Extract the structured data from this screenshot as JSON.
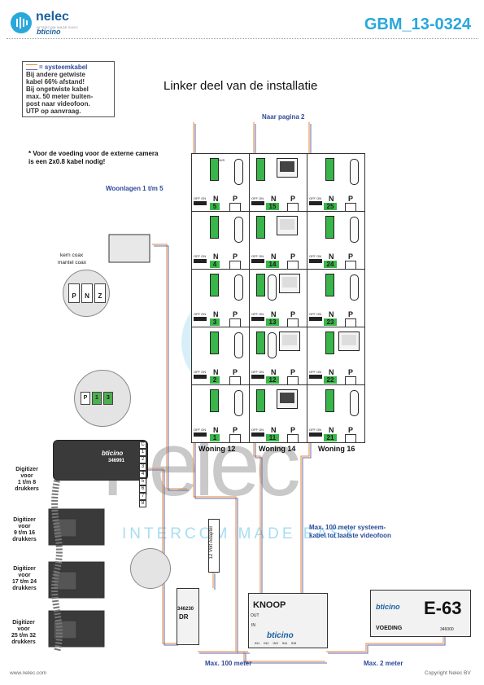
{
  "header": {
    "brand": "nelec",
    "tagline": "INTERCOM MADE EASY",
    "partner": "bticino",
    "doc_code": "GBM_13-0324"
  },
  "legend": {
    "cable_label": "= systeemkabel",
    "lines": [
      "Bij andere getwiste",
      "kabel 66% afstand!",
      "Bij ongetwiste kabel",
      "max. 50 meter buiten-",
      "post naar videofoon.",
      "UTP op aanvraag."
    ]
  },
  "title": "Linker deel van de installatie",
  "to_page": "Naar pagina 2",
  "camera_note": [
    "* Voor de voeding voor de externe camera",
    "is een 2x0.8 kabel nodig!"
  ],
  "floors_label": "Woonlagen 1 t/m 5",
  "coax": {
    "core": "kern coax",
    "shield": "mantel coax"
  },
  "terminal_labels": [
    "P",
    "N",
    "Z"
  ],
  "digitizer_terminals": [
    "P",
    "1",
    "3"
  ],
  "digitizer_main": {
    "brand": "bticino",
    "code": "346991",
    "terminals": [
      "C",
      "1",
      "2",
      "3",
      "4",
      "5",
      "6",
      "7",
      "8"
    ]
  },
  "digitizers": [
    {
      "lines": [
        "Digitizer",
        "voor",
        "1 t/m 8",
        "drukkers"
      ]
    },
    {
      "lines": [
        "Digitizer",
        "voor",
        "9 t/m 16",
        "drukkers"
      ]
    },
    {
      "lines": [
        "Digitizer",
        "voor",
        "17 t/m 24",
        "drukkers"
      ]
    },
    {
      "lines": [
        "Digitizer",
        "voor",
        "25 t/m 32",
        "drukkers"
      ]
    }
  ],
  "units": {
    "off_on": "OFF ON",
    "np": [
      "N",
      "P"
    ],
    "terminals": [
      "BUS",
      "1",
      "2"
    ],
    "columns": [
      {
        "label": "Woning 12",
        "type": "audio",
        "numbers": [
          "5",
          "4",
          "3",
          "2",
          "1"
        ]
      },
      {
        "label": "Woning 14",
        "type": "video",
        "numbers": [
          "15",
          "14",
          "13",
          "12",
          "11"
        ]
      },
      {
        "label": "Woning 16",
        "type": "audio",
        "numbers": [
          "25",
          "24",
          "23",
          "22",
          "21"
        ]
      }
    ]
  },
  "adapter": {
    "label": "12 Volt Adapter"
  },
  "power_module": {
    "code": "346230",
    "name": "DR"
  },
  "knoop": {
    "title": "KNOOP",
    "brand": "bticino",
    "inputs": [
      "IN1",
      "IN2",
      "IN3",
      "IN4",
      "IN5"
    ],
    "side": [
      "OUT",
      "IN"
    ]
  },
  "supply": {
    "brand": "bticino",
    "name": "E-63",
    "label": "VOEDING",
    "code": "346000"
  },
  "max_100_note": [
    "Max. 100 meter systeem-",
    "kabel tot laatste videofoon"
  ],
  "distances": {
    "left": "Max. 100 meter",
    "right": "Max. 2 meter"
  },
  "watermark": {
    "main": "nelec",
    "sub": "INTERCOM MADE EASY"
  },
  "footer": {
    "left": "www.nelec.com",
    "right": "Copyright Nelec BV"
  }
}
